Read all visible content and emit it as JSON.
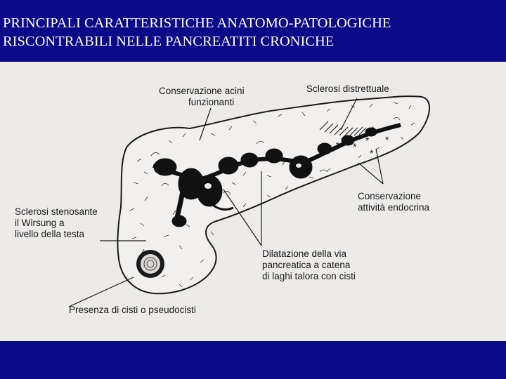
{
  "slide": {
    "title_line1": "PRINCIPALI CARATTERISTICHE ANATOMO-PATOLOGICHE",
    "title_line2": "RISCONTRABILI NELLE PANCREATITI CRONICHE"
  },
  "diagram": {
    "labels": {
      "acini": [
        "Conservazione acini",
        "funzionanti"
      ],
      "sclerosi_distrettuale": [
        "Sclerosi distrettuale"
      ],
      "sclerosi_stenosante": [
        "Sclerosi stenosante",
        "il Wirsung a",
        "livello della testa"
      ],
      "endocrina": [
        "Conservazione",
        "attività endocrina"
      ],
      "dilatazione": [
        "Dilatazione della via",
        "pancreatica a catena",
        "di laghi talora con cisti"
      ],
      "cisti": [
        "Presenza di cisti o pseudocisti"
      ]
    },
    "colors": {
      "background": "#0a0a88",
      "title_text": "#ffffff",
      "figure_paper": "#ecebea",
      "ink": "#1a1a1a"
    }
  }
}
